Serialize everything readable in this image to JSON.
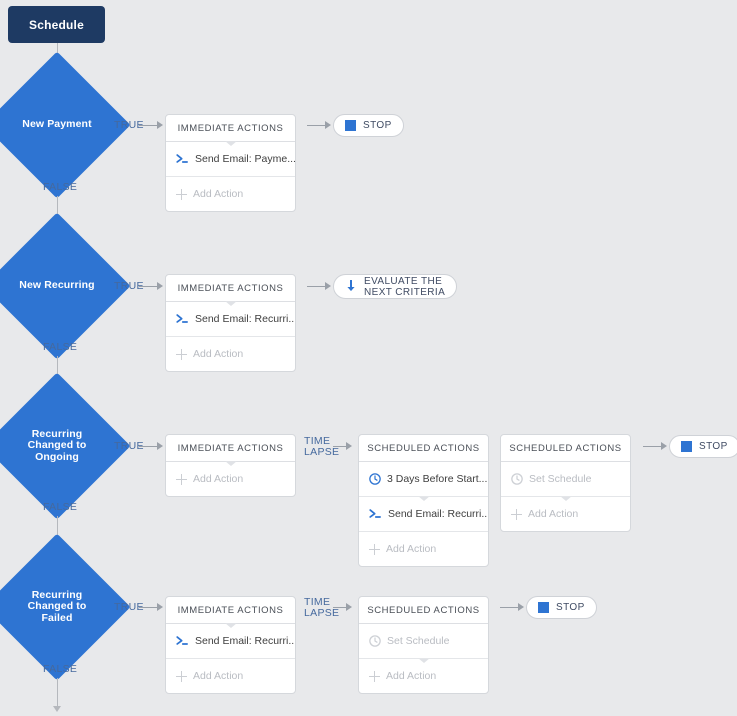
{
  "canvas": {
    "background": "#e8e9eb",
    "accent_blue": "#2e74d2",
    "navy": "#1e3a63",
    "label_blue": "#45699e",
    "muted_gray": "#b9bcc2"
  },
  "start_node": {
    "label": "Schedule"
  },
  "labels": {
    "true": "TRUE",
    "false": "FALSE",
    "time_lapse_line1": "TIME",
    "time_lapse_line2": "LAPSE",
    "immediate_actions": "IMMEDIATE ACTIONS",
    "scheduled_actions": "SCHEDULED ACTIONS",
    "add_action": "Add Action",
    "set_schedule": "Set Schedule",
    "stop": "STOP",
    "evaluate_line1": "EVALUATE THE",
    "evaluate_line2": "NEXT CRITERIA"
  },
  "criteria": [
    {
      "id": "new-payment",
      "name": "New Payment",
      "name_lines": [
        "New Payment"
      ],
      "immediate": {
        "header": "IMMEDIATE ACTIONS",
        "rows": [
          {
            "icon": "email-icon",
            "label": "Send Email: Payme...",
            "muted": false
          },
          {
            "icon": "plus-icon",
            "label": "Add Action",
            "muted": true
          }
        ]
      },
      "scheduled": [],
      "terminator": {
        "type": "stop",
        "label": "STOP"
      }
    },
    {
      "id": "new-recurring",
      "name": "New Recurring",
      "name_lines": [
        "New Recurring"
      ],
      "immediate": {
        "header": "IMMEDIATE ACTIONS",
        "rows": [
          {
            "icon": "email-icon",
            "label": "Send Email: Recurri...",
            "muted": false
          },
          {
            "icon": "plus-icon",
            "label": "Add Action",
            "muted": true
          }
        ]
      },
      "scheduled": [],
      "terminator": {
        "type": "evaluate",
        "label_line1": "EVALUATE THE",
        "label_line2": "NEXT CRITERIA"
      }
    },
    {
      "id": "recurring-changed-to-ongoing",
      "name": "Recurring Changed to Ongoing",
      "name_lines": [
        "Recurring",
        "Changed to",
        "Ongoing"
      ],
      "immediate": {
        "header": "IMMEDIATE ACTIONS",
        "rows": [
          {
            "icon": "plus-icon",
            "label": "Add Action",
            "muted": true
          }
        ]
      },
      "scheduled": [
        {
          "header": "SCHEDULED ACTIONS",
          "rows": [
            {
              "icon": "clock-icon",
              "label": "3 Days Before Start...",
              "muted": false
            },
            {
              "icon": "email-icon",
              "label": "Send Email: Recurri...",
              "muted": false
            },
            {
              "icon": "plus-icon",
              "label": "Add Action",
              "muted": true
            }
          ]
        },
        {
          "header": "SCHEDULED ACTIONS",
          "rows": [
            {
              "icon": "clock-icon",
              "label": "Set Schedule",
              "muted": true
            },
            {
              "icon": "plus-icon",
              "label": "Add Action",
              "muted": true
            }
          ]
        }
      ],
      "terminator": {
        "type": "stop",
        "label": "STOP"
      }
    },
    {
      "id": "recurring-changed-to-failed",
      "name": "Recurring Changed to Failed",
      "name_lines": [
        "Recurring",
        "Changed to",
        "Failed"
      ],
      "immediate": {
        "header": "IMMEDIATE ACTIONS",
        "rows": [
          {
            "icon": "email-icon",
            "label": "Send Email: Recurri...",
            "muted": false
          },
          {
            "icon": "plus-icon",
            "label": "Add Action",
            "muted": true
          }
        ]
      },
      "scheduled": [
        {
          "header": "SCHEDULED ACTIONS",
          "rows": [
            {
              "icon": "clock-icon",
              "label": "Set Schedule",
              "muted": true
            },
            {
              "icon": "plus-icon",
              "label": "Add Action",
              "muted": true
            }
          ]
        }
      ],
      "terminator": {
        "type": "stop",
        "label": "STOP"
      }
    }
  ]
}
